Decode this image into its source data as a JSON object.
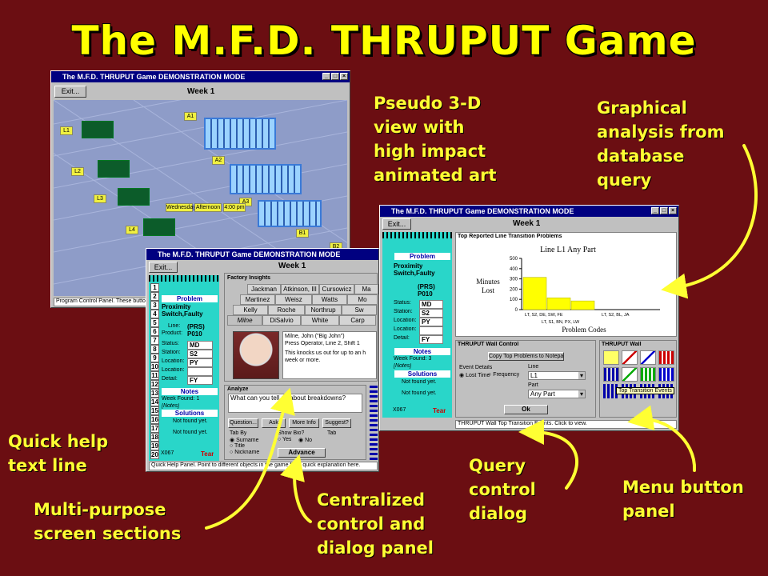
{
  "slide": {
    "title": "The M.F.D. THRUPUT Game",
    "callouts": {
      "pseudo3d": [
        "Pseudo 3-D",
        "view with",
        "high impact",
        "animated art"
      ],
      "graphical": [
        "Graphical",
        "analysis from",
        "database",
        "query"
      ],
      "quick_help": [
        "Quick help",
        "text line"
      ],
      "multi_purpose": [
        "Multi-purpose",
        "screen sections"
      ],
      "centralized": [
        "Centralized",
        "control and",
        "dialog panel"
      ],
      "query_control": [
        "Query",
        "control",
        "dialog"
      ],
      "menu_panel": [
        "Menu button",
        "panel"
      ]
    }
  },
  "win_factory": {
    "title": "The M.F.D. THRUPUT Game DEMONSTRATION MODE",
    "exit_label": "Exit...",
    "week": "Week 1",
    "lines": [
      "L1",
      "L2",
      "L3",
      "L4"
    ],
    "areas": [
      "A1",
      "A2",
      "A3",
      "B1",
      "B2"
    ],
    "clock": [
      "Wednesday",
      "Afternoon",
      "4:00 pm"
    ],
    "status": "Program Control Panel. These buttons pe"
  },
  "win_center": {
    "title": "The M.F.D. THRUPUT Game DEMONSTRATION MODE",
    "exit_label": "Exit...",
    "week": "Week 1",
    "problem_header": "Problem",
    "problem_text": [
      "Proximity",
      "Switch,Faulty"
    ],
    "line_label": "Line:",
    "line_value": "(PRS)",
    "product_label": "Product:",
    "product_value": "P010",
    "fields": [
      {
        "label": "Status:",
        "value": "MD"
      },
      {
        "label": "Station:",
        "value": "S2"
      },
      {
        "label": "Location:",
        "value": "PY"
      },
      {
        "label": "Location:",
        "value": ""
      },
      {
        "label": "Detail:",
        "value": "FY"
      }
    ],
    "notes_header": "Notes",
    "week_found": "Week Found: 1",
    "notes_text": "[Notes]",
    "solutions_header": "Solutions",
    "solution_a": "Not found yet.",
    "solution_b": "Not found yet.",
    "row_numbers": [
      "1",
      "2",
      "3",
      "4",
      "5",
      "6",
      "7",
      "8",
      "9",
      "10",
      "11",
      "12",
      "13",
      "14",
      "15",
      "16",
      "17",
      "18",
      "19",
      "20"
    ],
    "code": "X067",
    "tear": "Tear",
    "insights_title": "Factory Insights",
    "tabs_row1": [
      "Jackman",
      "Atkinson, III",
      "Cursowicz",
      "Ma"
    ],
    "tabs_row2": [
      "Martinez",
      "Weisz",
      "Watts",
      "Mo"
    ],
    "tabs_row3": [
      "Kelly",
      "Roche",
      "Northrup",
      "Sw"
    ],
    "tabs_row4": [
      "Milne",
      "DiSalvio",
      "White",
      "Carp"
    ],
    "person_name": "Milne, John (\"Big John\")",
    "person_role": "Press Operator, Line 2, Shift 1",
    "quote": "This knocks us out for up to an h week or more.",
    "analyze_title": "Analyze",
    "analyze_question": "What can you tell us about breakdowns?",
    "buttons": [
      "Question...",
      "Ask",
      "More Info",
      "Suggest?"
    ],
    "tab_by_label": "Tab By",
    "tab_by_options": [
      "Surname",
      "Title",
      "Nickname"
    ],
    "show_bio_label": "Show Bio?",
    "show_bio_options": [
      "Yes",
      "No"
    ],
    "tab_label": "Tab",
    "advance_label": "Advance",
    "quick_help": "Quick Help Panel. Point to different objects in the game for a quick explanation here."
  },
  "win_right": {
    "title": "The M.F.D. THRUPUT Game DEMONSTRATION MODE",
    "exit_label": "Exit...",
    "week": "Week 1",
    "problem_header": "Problem",
    "problem_text": [
      "Proximity",
      "Switch,Faulty"
    ],
    "line_value": "(PRS)",
    "product_value": "P010",
    "fields": [
      {
        "label": "Status:",
        "value": "MD"
      },
      {
        "label": "Station:",
        "value": "S2"
      },
      {
        "label": "Location:",
        "value": "PY"
      },
      {
        "label": "Location:",
        "value": ""
      },
      {
        "label": "Detail:",
        "value": "FY"
      }
    ],
    "notes_header": "Notes",
    "week_found": "Week Found: 3",
    "notes_text": "[Notes]",
    "solutions_header": "Solutions",
    "solution_a": "Not found yet.",
    "solution_b": "Not found yet.",
    "code": "X067",
    "tear": "Tear",
    "chart_panel_title": "Top Reported Line Transition Problems",
    "chart_title": "Line L1   Any Part",
    "y_label": [
      "Minutes",
      "Lost"
    ],
    "x_label": "Problem Codes",
    "wall_control_title": "THRUPUT Wall Control",
    "copy_btn": "Copy Top Problems to Notepad",
    "event_details": "Event Details",
    "radio_lost": "Lost Time",
    "radio_freq": "Frequency",
    "line_label": "Line",
    "line_select": "L1",
    "part_label": "Part",
    "part_select": "Any Part",
    "ok": "Ok",
    "wall_title": "THRUPUT Wall",
    "wall_tooltip": "Top Transition Events",
    "status": "THRUPUT Wall Top Transition Events. Click to view."
  },
  "chart_data": {
    "type": "bar",
    "title": "Line L1   Any Part",
    "xlabel": "Problem Codes",
    "ylabel": "Minutes Lost",
    "ylim": [
      0,
      500
    ],
    "yticks": [
      0,
      100,
      200,
      300,
      400,
      500
    ],
    "categories": [
      "LT, S2, DE, SW, FE",
      "LT, S1, BN, PX, LW",
      "LT, S2, BL, JA"
    ],
    "values": [
      315,
      115,
      85
    ],
    "bar_color": "#ffff00"
  }
}
